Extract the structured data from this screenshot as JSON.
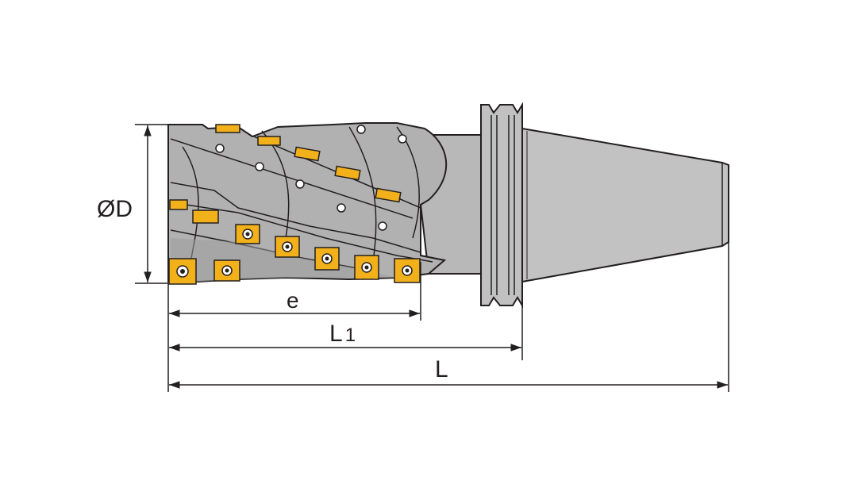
{
  "diagram": {
    "labels": {
      "diameter": "ØD",
      "e": "e",
      "L1_main": "L",
      "L1_sub": "1",
      "L": "L"
    },
    "colors": {
      "body": "#b4b3b3",
      "body_dark": "#8f8e8e",
      "shank": "#bdbdbd",
      "outline": "#231f20",
      "insert": "#f2b11a",
      "insert_edge": "#c98b00",
      "dimension": "#231f20",
      "background": "#ffffff"
    }
  }
}
